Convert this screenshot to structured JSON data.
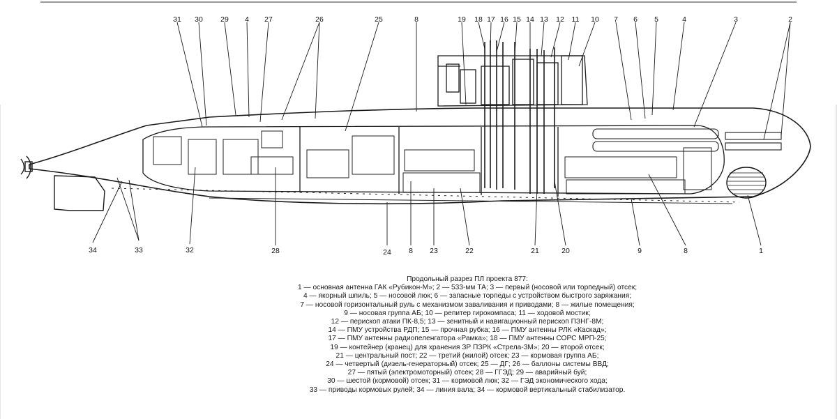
{
  "callouts": [
    "31",
    "30",
    "29",
    "4",
    "27",
    "26",
    "25",
    "8",
    "19",
    "18",
    "17",
    "16",
    "15",
    "14",
    "13",
    "12",
    "11",
    "10",
    "7",
    "6",
    "5",
    "4",
    "3",
    "2",
    "34",
    "33",
    "32",
    "28",
    "24",
    "8",
    "23",
    "22",
    "21",
    "20",
    "9",
    "8",
    "1"
  ],
  "caption": {
    "title": "Продольный разрез ПЛ проекта 877:",
    "lines": [
      "1 — основная антенна ГАК «Рубикон-М»; 2 — 533-мм ТА; 3 — первый (носовой или торпедный) отсек;",
      "4 — якорный шпиль; 5 — носовой люк; 6 — запасные торпеды с устройством быстрого заряжания;",
      "7 — носовой горизонтальный руль с механизмом заваливания и приводами; 8 — жилые помещения;",
      "9 — носовая группа АБ; 10 — репитер гирокомпаса; 11 — ходовой мостик;",
      "12 — перископ атаки ПК-8,5; 13 — зенитный и навигационный перископ ПЗНГ-8М;",
      "14 — ПМУ устройства РДП; 15 — прочная рубка; 16 — ПМУ антенны РЛК «Каскад»;",
      "17 — ПМУ антенны радиопеленгатора «Рамка»; 18 — ПМУ антенны СОРС МРП-25;",
      "19 — контейнер (кранец) для хранения ЗР ПЗРК «Стрела-3М»; 20 — второй отсек;",
      "21 — центральный пост; 22 — третий (жилой) отсек; 23 — кормовая группа АБ;",
      "24 — четвертый (дизель-генераторный) отсек; 25 — ДГ; 26 — баллоны системы ВВД;",
      "27 — пятый (электромоторный) отсек; 28 — ГГЭД; 29 — аварийный буй;",
      "30 — шестой (кормовой) отсек; 31 — кормовой люк; 32 — ГЭД экономического хода;",
      "33 — приводы кормовых рулей; 34 — линия вала; 34 — кормовой вертикальный стабилизатор."
    ]
  }
}
